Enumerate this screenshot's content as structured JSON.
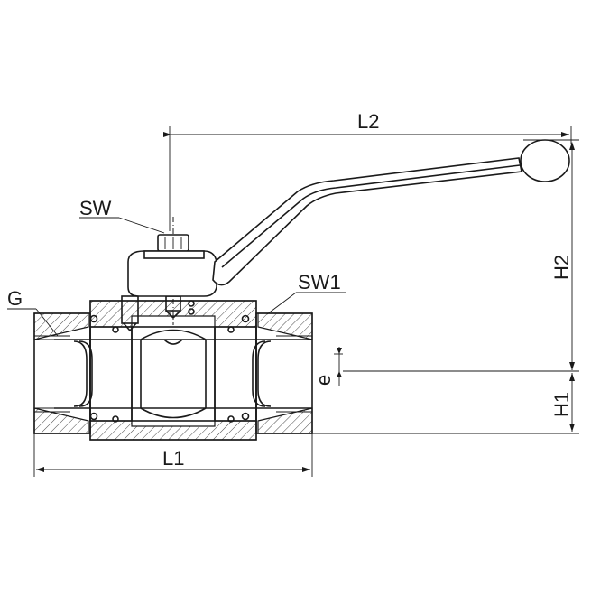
{
  "labels": {
    "sw": "SW",
    "sw1": "SW1",
    "g": "G",
    "l1": "L1",
    "l2": "L2",
    "h1": "H1",
    "h2": "H2",
    "e": "e"
  }
}
